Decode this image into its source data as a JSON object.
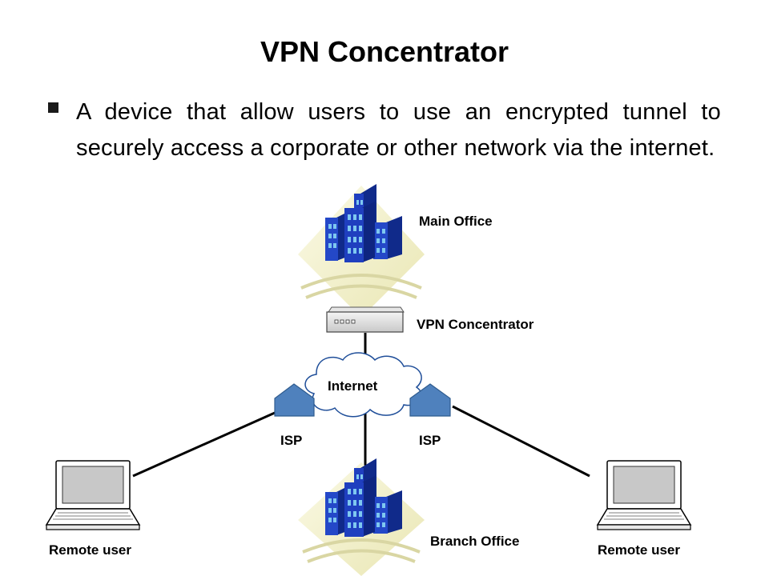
{
  "title": "VPN Concentrator",
  "bullet": "A device that allow users to use an encrypted tunnel to securely access a corporate or other network via the internet.",
  "diagram": {
    "main_office": "Main Office",
    "vpn_concentrator": "VPN Concentrator",
    "internet": "Internet",
    "isp_left": "ISP",
    "isp_right": "ISP",
    "branch_office": "Branch Office",
    "remote_user_left": "Remote user",
    "remote_user_right": "Remote user"
  },
  "colors": {
    "building_blue": "#1f3fbf",
    "building_window": "#7ec8f0",
    "diamond_fill": "#f4f2cc",
    "isp_fill": "#4f81bd",
    "laptop_screen": "#c8c8c8"
  }
}
